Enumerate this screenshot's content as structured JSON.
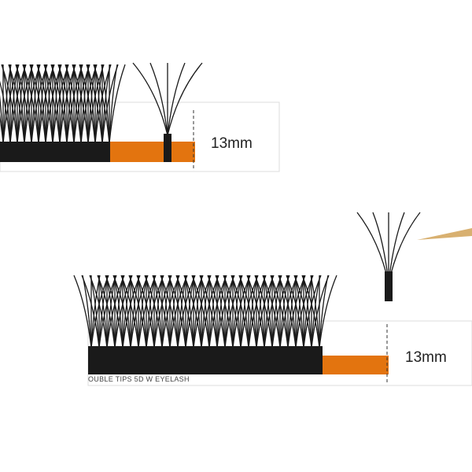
{
  "top_strip": {
    "length_label": "13mm"
  },
  "bottom_strip": {
    "length_label": "13mm",
    "brand_text": "OUBLE TIPS 5D W EYELASH"
  },
  "colors": {
    "lash": "#1a1a1a",
    "tape": "#e3740f",
    "card": "#ffffff",
    "tweezers": "#d8b070"
  }
}
